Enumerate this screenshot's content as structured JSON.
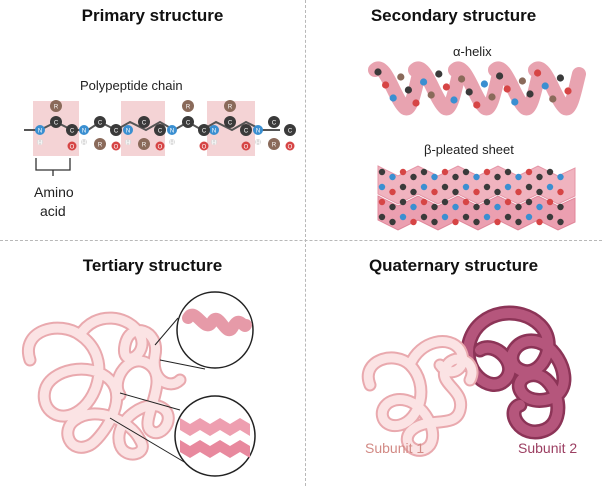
{
  "panels": {
    "primary": {
      "title": "Primary structure",
      "chain_label": "Polypeptide chain",
      "amino_label_line1": "Amino",
      "amino_label_line2": "acid"
    },
    "secondary": {
      "title": "Secondary structure",
      "helix_label": "α-helix",
      "sheet_label": "β-pleated sheet"
    },
    "tertiary": {
      "title": "Tertiary structure"
    },
    "quaternary": {
      "title": "Quaternary structure",
      "subunit1": "Subunit 1",
      "subunit2": "Subunit 2"
    }
  },
  "atom_letters": {
    "r": "R",
    "n": "N",
    "c": "C",
    "o": "O",
    "h": "H"
  },
  "colors": {
    "light_pink": "#f4c9cb",
    "ribbon_pink": "#e8a3b0",
    "dark_mauve": "#a6456b",
    "carbon": "#3a3a3a",
    "nitrogen": "#3a8fd1",
    "oxygen": "#d64545",
    "r_group": "#8a6a5a"
  }
}
